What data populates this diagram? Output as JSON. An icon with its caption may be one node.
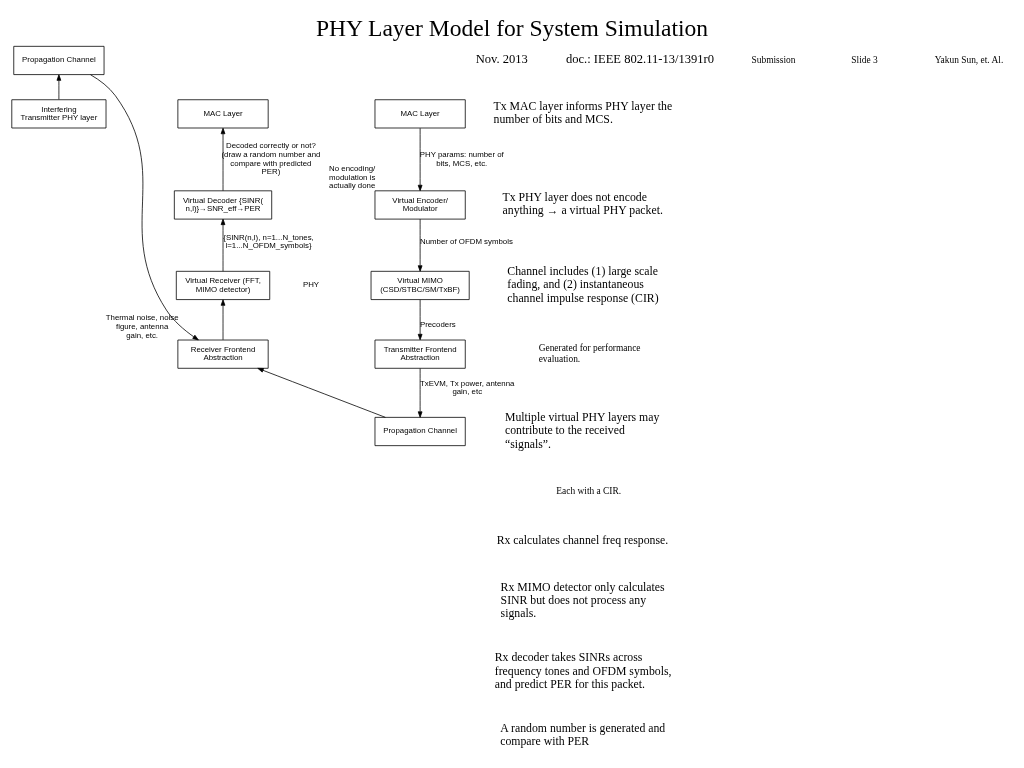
{
  "diagram": {
    "title": "PHY Layer Model for System Simulation",
    "nodes": [
      {
        "text": [
          "MAC Layer"
        ]
      },
      {
        "text": [
          "Virtual Encoder/ Modulator"
        ],
        "beside": [
          "No encoding/ modulation is actually done"
        ]
      },
      {
        "text": [
          "Virtual MIMO (CSD/STBC/SM/TxBF)"
        ]
      },
      {
        "text": [
          "Transmitter Frontend Abstraction"
        ]
      },
      {
        "text": [
          "Propagation Channel"
        ]
      },
      {
        "text": [
          "Propagation Channel"
        ]
      },
      {
        "text": [
          "Interfering Transmitter PHY layer"
        ]
      },
      {
        "text": [
          "Receiver Frontend Abstraction"
        ],
        "beside": [
          "Thermal noise, noise figure, antenna gain, etc."
        ]
      },
      {
        "text": [
          "Virtual Receiver (FFT, MIMO detector)"
        ]
      },
      {
        "text": [
          "Virtual Decoder {SINR(n,l)}→SNR_eff→PER"
        ]
      },
      {
        "text": [
          "MAC Layer"
        ]
      }
    ],
    "edges": [
      {
        "from": 0,
        "to": 1,
        "arrow": "to",
        "label": "PHY params: number of bits, MCS, etc."
      },
      {
        "from": 1,
        "to": 2,
        "arrow": "to",
        "label": "Number of OFDM symbols"
      },
      {
        "from": 2,
        "to": 3,
        "arrow": "to",
        "label": "Precoders"
      },
      {
        "from": 3,
        "to": 4,
        "arrow": "to",
        "label": "TxEVM, Tx power, antenna gain, etc"
      },
      {
        "from": 4,
        "to": 7,
        "arrow": "to"
      },
      {
        "from": 6,
        "to": 5,
        "arrow": "to"
      },
      {
        "from": 5,
        "to": 7,
        "arrow": "to"
      },
      {
        "from": 7,
        "to": 8,
        "arrow": "to"
      },
      {
        "from": 8,
        "to": 9,
        "arrow": "to",
        "label": "{SINR(n,l), n=1...N_tones, l=1...N_OFDM_symbols}"
      },
      {
        "from": 9,
        "to": 10,
        "arrow": "to",
        "label": "Decoded correctly or not? (draw a random number and compare with predicted PER)"
      }
    ],
    "labels": [
      "Nov. 2013",
      "doc.: IEEE 802.11-13/1391r0",
      "Tx MAC layer informs PHY layer the number of bits and MCS.",
      "Tx PHY layer does not encode anything → a virtual PHY packet.",
      "Channel includes (1) large scale fading, and (2) instantaneous channel impulse response (CIR)",
      "Generated for performance evaluation.",
      "Multiple virtual PHY layers may contribute to the received “signals”.",
      "Each with a CIR.",
      "Rx calculates channel freq response.",
      "Rx MIMO detector only calculates SINR but does not process any signals.",
      "Rx decoder takes SINRs across frequency tones and OFDM symbols, and predict PER for this packet.",
      "A random number is generated and compare with PER",
      "PHY",
      "Submission",
      "Slide 3",
      "Yakun Sun, et. Al."
    ]
  }
}
